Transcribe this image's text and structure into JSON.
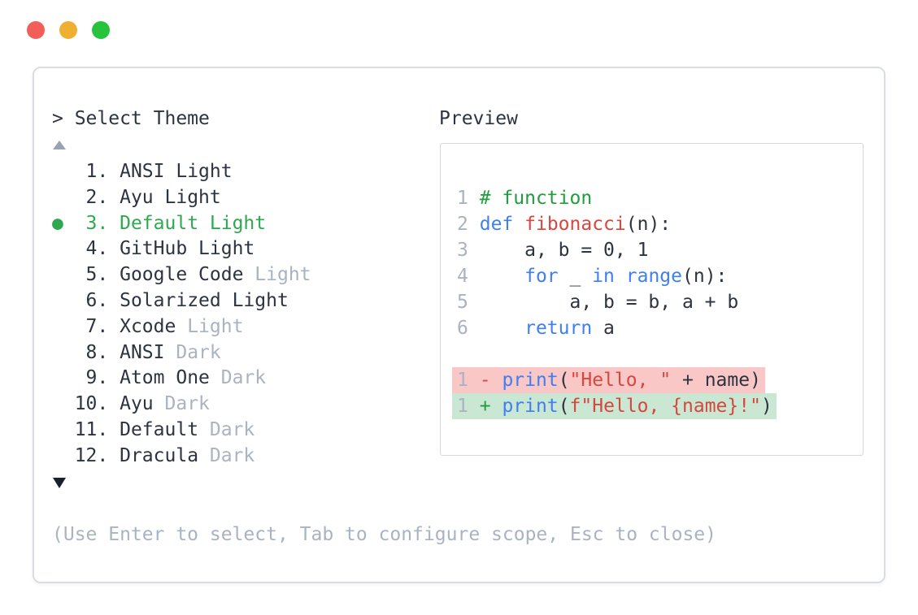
{
  "window": {
    "traffic_lights": [
      {
        "name": "close",
        "color": "#f35f58"
      },
      {
        "name": "minimize",
        "color": "#f0b02f"
      },
      {
        "name": "zoom",
        "color": "#28c33d"
      }
    ]
  },
  "theme_picker": {
    "prompt": "> Select Theme",
    "hint": "(Use Enter to select, Tab to configure scope, Esc to close)",
    "selected_number": "3",
    "items": [
      {
        "number": "1",
        "name": "ANSI Light",
        "suffix": "",
        "selected": false
      },
      {
        "number": "2",
        "name": "Ayu Light",
        "suffix": "",
        "selected": false
      },
      {
        "number": "3",
        "name": "Default Light",
        "suffix": "",
        "selected": true
      },
      {
        "number": "4",
        "name": "GitHub Light",
        "suffix": "",
        "selected": false
      },
      {
        "number": "5",
        "name": "Google Code",
        "suffix": "Light",
        "selected": false
      },
      {
        "number": "6",
        "name": "Solarized Light",
        "suffix": "",
        "selected": false
      },
      {
        "number": "7",
        "name": "Xcode",
        "suffix": "Light",
        "selected": false
      },
      {
        "number": "8",
        "name": "ANSI",
        "suffix": "Dark",
        "selected": false
      },
      {
        "number": "9",
        "name": "Atom One",
        "suffix": "Dark",
        "selected": false
      },
      {
        "number": "10",
        "name": "Ayu",
        "suffix": "Dark",
        "selected": false
      },
      {
        "number": "11",
        "name": "Default",
        "suffix": "Dark",
        "selected": false
      },
      {
        "number": "12",
        "name": "Dracula",
        "suffix": "Dark",
        "selected": false
      }
    ]
  },
  "preview": {
    "title": "Preview",
    "code_lines": [
      {
        "ln": "1",
        "tokens": [
          {
            "t": "# function",
            "c": "cmt"
          }
        ]
      },
      {
        "ln": "2",
        "tokens": [
          {
            "t": "def",
            "c": "kw"
          },
          {
            "t": " ",
            "c": "pl"
          },
          {
            "t": "fibonacci",
            "c": "fn"
          },
          {
            "t": "(n):",
            "c": "pl"
          }
        ]
      },
      {
        "ln": "3",
        "tokens": [
          {
            "t": "    a, b = 0, 1",
            "c": "pl"
          }
        ]
      },
      {
        "ln": "4",
        "tokens": [
          {
            "t": "    ",
            "c": "pl"
          },
          {
            "t": "for",
            "c": "kw"
          },
          {
            "t": " _ ",
            "c": "pl"
          },
          {
            "t": "in",
            "c": "kw"
          },
          {
            "t": " ",
            "c": "pl"
          },
          {
            "t": "range",
            "c": "kw"
          },
          {
            "t": "(n):",
            "c": "pl"
          }
        ]
      },
      {
        "ln": "5",
        "tokens": [
          {
            "t": "        a, b = b, a + b",
            "c": "pl"
          }
        ]
      },
      {
        "ln": "6",
        "tokens": [
          {
            "t": "    ",
            "c": "pl"
          },
          {
            "t": "return",
            "c": "kw"
          },
          {
            "t": " a",
            "c": "pl"
          }
        ]
      }
    ],
    "diff_lines": [
      {
        "ln": "1",
        "change": "removed",
        "marker": "-",
        "tokens": [
          {
            "t": "print",
            "c": "kw"
          },
          {
            "t": "(",
            "c": "pl"
          },
          {
            "t": "\"Hello, \"",
            "c": "str"
          },
          {
            "t": " + name)",
            "c": "pl"
          }
        ]
      },
      {
        "ln": "1",
        "change": "added",
        "marker": "+",
        "tokens": [
          {
            "t": "print",
            "c": "kw"
          },
          {
            "t": "(",
            "c": "pl"
          },
          {
            "t": "f\"Hello, {name}!\"",
            "c": "str"
          },
          {
            "t": ")",
            "c": "pl"
          }
        ]
      }
    ]
  },
  "colors": {
    "text": "#2b3440",
    "muted": "#a9b3c2",
    "selected_green": "#2fa84f",
    "comment_green": "#209e3d",
    "keyword_blue": "#3f7ff2",
    "function_red": "#d6473d",
    "string_red": "#d6473d",
    "removed_bg": "#f8c7c6",
    "added_bg": "#c9e7d3",
    "panel_border": "#d9dde3",
    "preview_border": "#d4d8e0",
    "scroll_up": "#97a2b5",
    "scroll_down": "#18202e"
  }
}
